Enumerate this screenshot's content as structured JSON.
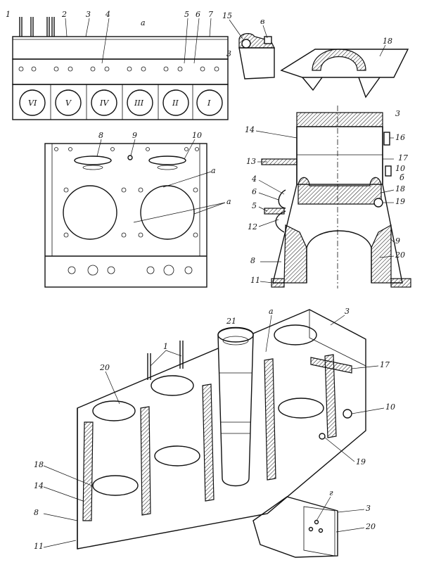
{
  "labels": {
    "n1": "1",
    "n2": "2",
    "n3": "3",
    "n4": "4",
    "n5": "5",
    "n6": "6",
    "n7": "7",
    "n8": "8",
    "n9": "9",
    "n10": "10",
    "n11": "11",
    "n12": "12",
    "n13": "13",
    "n14": "14",
    "n15": "15",
    "n16": "16",
    "n17": "17",
    "n18": "18",
    "n19": "19",
    "n20": "20",
    "n21": "21",
    "a": "а",
    "b": "б",
    "v": "в",
    "g": "г"
  },
  "cylinders": [
    "VI",
    "V",
    "IV",
    "III",
    "II",
    "I"
  ]
}
